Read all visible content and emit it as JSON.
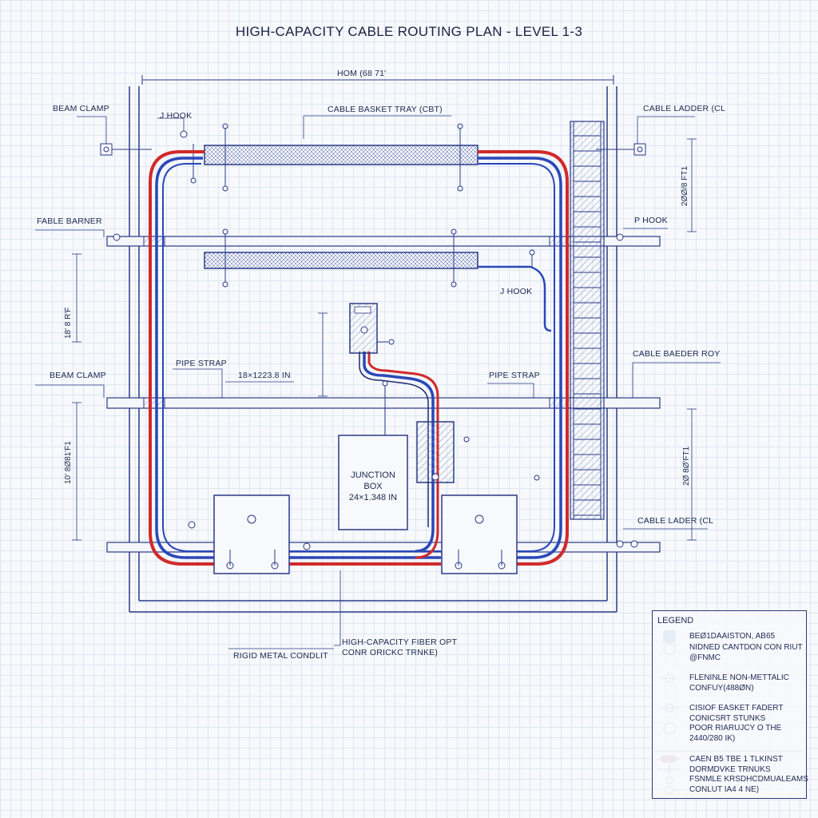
{
  "title": "HIGH-CAPACITY CABLE ROUTING PLAN - LEVEL 1-3",
  "dimensions": {
    "top": "HOM (68 71'",
    "right_upper": "2ØØ/8 FT1",
    "left_middle": "18' 8 R'F",
    "left_lower": "10' 8Ø81'F1",
    "right_lower": "2Ø 8Ø'FT1",
    "pipe_strap_dim": "18×1223.8 IN"
  },
  "labels": {
    "beam_clamp_top": "BEAM CLAMP",
    "j_hook_top": "J HOOK",
    "cable_basket_tray": "CABLE BASKET TRAY (CBT)",
    "cable_ladder_top": "CABLE LADDER (CL",
    "fable_barner": "FABLE BARNER",
    "p_hook": "P HOOK",
    "j_hook_mid": "J HOOK",
    "beam_clamp_mid": "BEAM CLAMP",
    "pipe_strap_left": "PIPE STRAP",
    "pipe_strap_right": "PIPE STRAP",
    "cable_baeder_roy": "CABLE BAEDER ROY",
    "cable_lader_cl": "CABLE LADER (CL",
    "rigid_metal_conduit": "RIGID METAL CONDLIT",
    "fiber_trunk_line1": "HIGH-CAPACITY FIBER OPT",
    "fiber_trunk_line2": "CONR ORICKC TRNKE)",
    "junction_box_line1": "JUNCTION",
    "junction_box_line2": "BOX",
    "junction_box_line3": "24×1.348 IN"
  },
  "legend": {
    "title": "LEGEND",
    "entries": [
      {
        "symbol": "blue-square-icon",
        "lines": [
          "BEØ1DAAISTON, AB65"
        ]
      },
      {
        "symbol": "open-circle-icon",
        "lines": [
          "NIDNED CANTDON CON RIUT",
          "@FNMC"
        ]
      },
      {
        "symbol": "circle-dot-icon",
        "lines": [
          "FLENINLE NON-METTALIC",
          "CONFUY(488ØN)"
        ]
      },
      {
        "symbol": "circle-dot-icon",
        "lines": [
          "CISIOF EASKET FADERT",
          "CONICSRT STUNKS"
        ]
      },
      {
        "symbol": "open-circle-icon",
        "lines": [
          "POOR RIARUJCY O THE",
          "2440/280 IK)"
        ]
      },
      {
        "symbol": "red-cable-icon",
        "lines": [
          "CAEN B5 TBE 1 TLKINST"
        ]
      },
      {
        "symbol": "blue-cross-icon",
        "lines": [
          "DORMDVKE TRNUKS"
        ]
      },
      {
        "symbol": "double-circle-icon",
        "lines": [
          "FSNMLE KRSDHCDMUALEAMS",
          "CONLUT IA4 4 NE)"
        ]
      }
    ]
  },
  "colors": {
    "line": "#2a3a86",
    "red_conduit": "#d12a2a",
    "blue_conduit": "#2a48b8",
    "grid": "#dfe7f1"
  }
}
